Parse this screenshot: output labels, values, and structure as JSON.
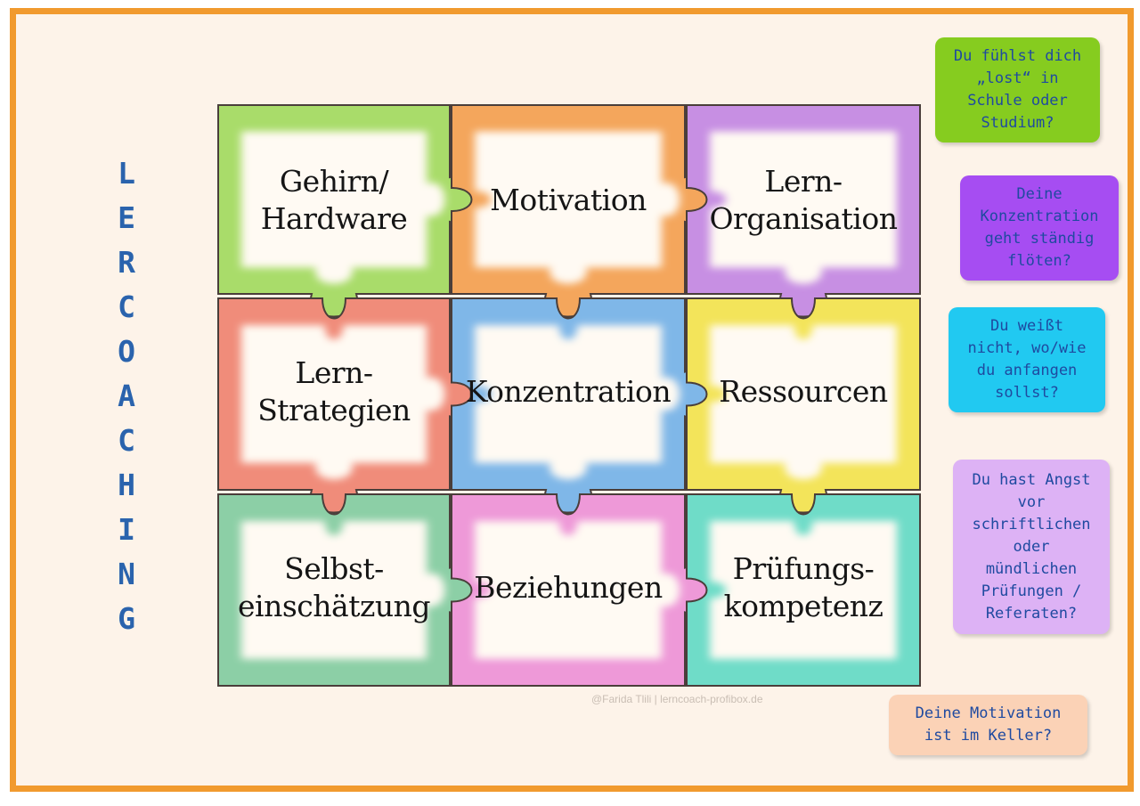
{
  "title_letters": [
    "L",
    "E",
    "R",
    "C",
    "O",
    "A",
    "C",
    "H",
    "I",
    "N",
    "G"
  ],
  "pieces": [
    {
      "label": "Gehirn/\nHardware",
      "color": "#a9dc6a"
    },
    {
      "label": "Motivation",
      "color": "#f4a65c"
    },
    {
      "label": "Lern-\nOrganisation",
      "color": "#c78fe3"
    },
    {
      "label": "Lern-\nStrategien",
      "color": "#f08c7a"
    },
    {
      "label": "Konzentration",
      "color": "#7fb7e8"
    },
    {
      "label": "Ressourcen",
      "color": "#f3e45a"
    },
    {
      "label": "Selbst-\neinschätzung",
      "color": "#8ccfa6"
    },
    {
      "label": "Beziehungen",
      "color": "#ee99d8"
    },
    {
      "label": "Prüfungs-\nkompetenz",
      "color": "#6fdcc8"
    }
  ],
  "notes": [
    {
      "text": "Du fühlst dich\n„lost“ in\nSchule oder\nStudium?",
      "color": "#86cc1f"
    },
    {
      "text": "Deine\nKonzentration\ngeht ständig\nflöten?",
      "color": "#a64df2"
    },
    {
      "text": "Du weißt\nnicht, wo/wie\ndu anfangen\nsollst?",
      "color": "#21c9f1"
    },
    {
      "text": "Du hast Angst\nvor\nschriftlichen\noder\nmündlichen\nPrüfungen /\nReferaten?",
      "color": "#ddb2f5"
    },
    {
      "text": "Deine Motivation\nist im Keller?",
      "color": "#fbd2b6"
    }
  ],
  "watermark": "@Farida Tlili | lerncoach-profibox.de"
}
